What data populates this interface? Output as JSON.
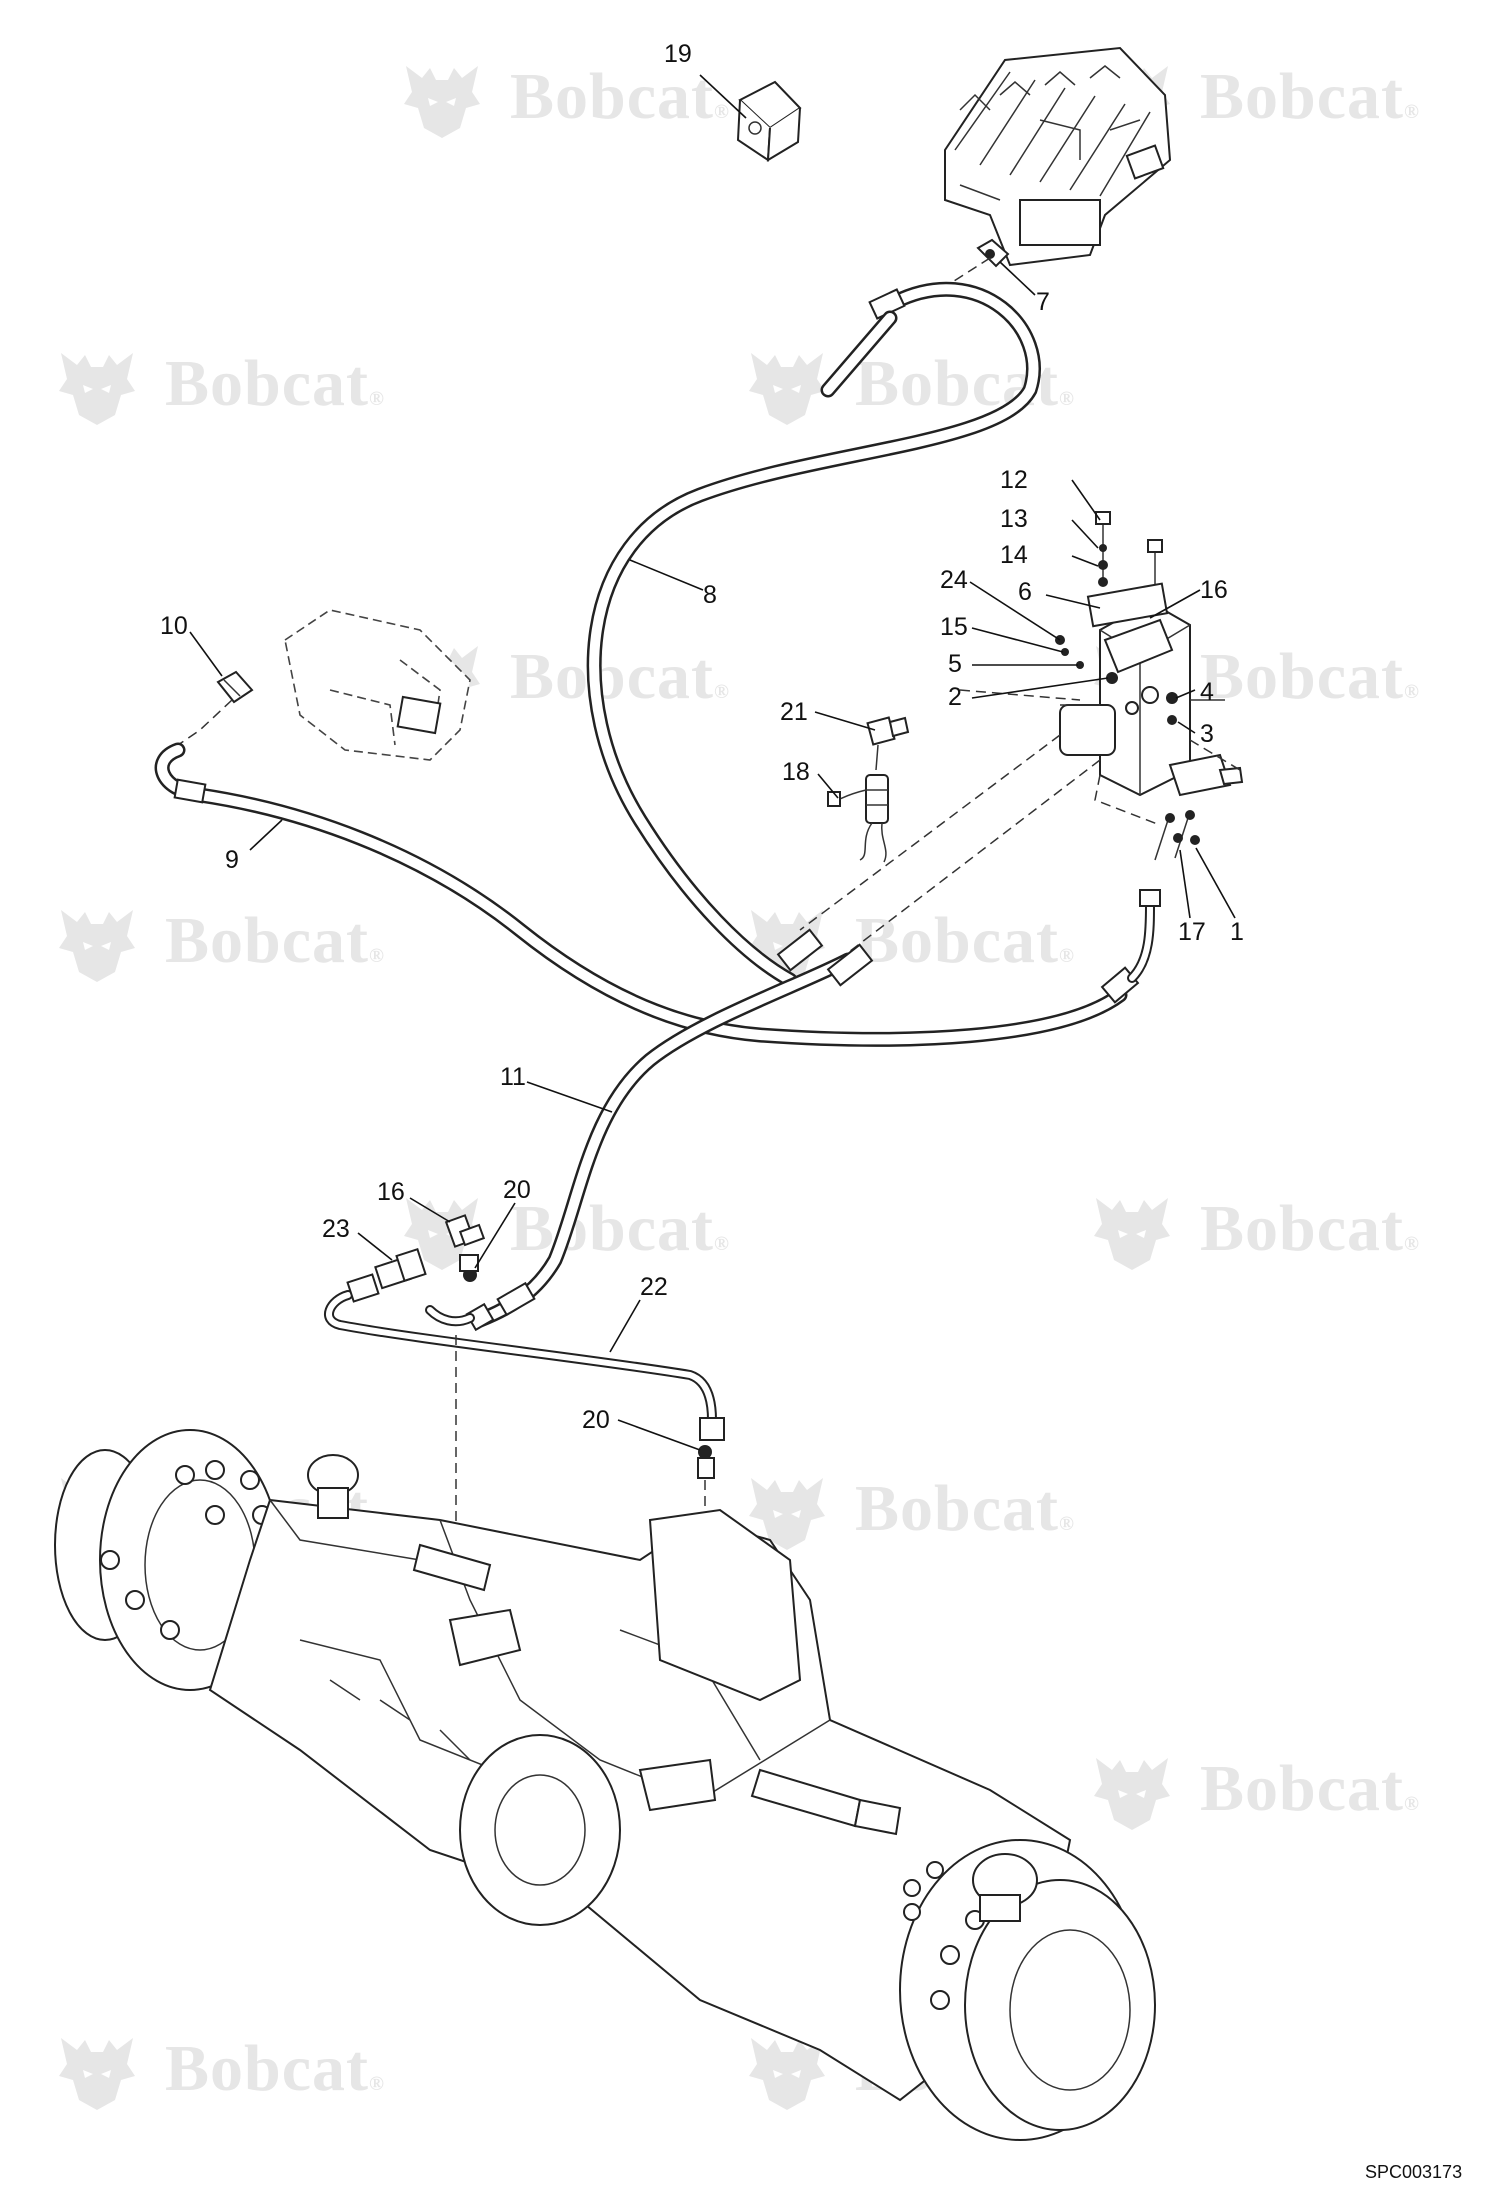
{
  "watermark": {
    "text": "Bobcat",
    "mark": "®",
    "color": "#e6e6e6"
  },
  "reference_code": "SPC003173",
  "callouts": [
    {
      "id": "c19",
      "label": "19"
    },
    {
      "id": "c7",
      "label": "7"
    },
    {
      "id": "c8",
      "label": "8"
    },
    {
      "id": "c12",
      "label": "12"
    },
    {
      "id": "c13",
      "label": "13"
    },
    {
      "id": "c14",
      "label": "14"
    },
    {
      "id": "c6",
      "label": "6"
    },
    {
      "id": "c16a",
      "label": "16"
    },
    {
      "id": "c24",
      "label": "24"
    },
    {
      "id": "c15",
      "label": "15"
    },
    {
      "id": "c5",
      "label": "5"
    },
    {
      "id": "c2",
      "label": "2"
    },
    {
      "id": "c4",
      "label": "4"
    },
    {
      "id": "c3",
      "label": "3"
    },
    {
      "id": "c21",
      "label": "21"
    },
    {
      "id": "c18",
      "label": "18"
    },
    {
      "id": "c10",
      "label": "10"
    },
    {
      "id": "c9",
      "label": "9"
    },
    {
      "id": "c17",
      "label": "17"
    },
    {
      "id": "c1",
      "label": "1"
    },
    {
      "id": "c11",
      "label": "11"
    },
    {
      "id": "c16b",
      "label": "16"
    },
    {
      "id": "c20a",
      "label": "20"
    },
    {
      "id": "c23",
      "label": "23"
    },
    {
      "id": "c22",
      "label": "22"
    },
    {
      "id": "c20b",
      "label": "20"
    }
  ]
}
